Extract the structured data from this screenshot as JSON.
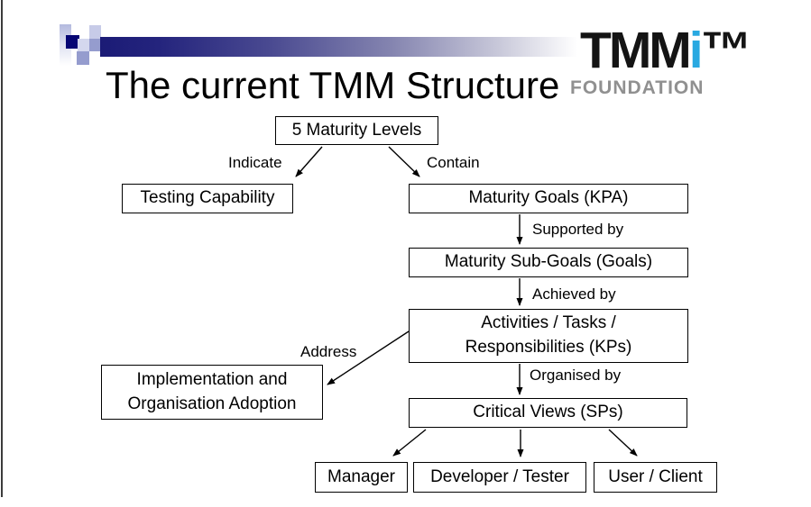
{
  "window": {
    "title": "The current TMM Structure"
  },
  "logo": {
    "tmm": "TMM",
    "i": "i",
    "trademark": "™",
    "foundation": "FOUNDATION"
  },
  "colors": {
    "logo_i_blue": "#29a9e1",
    "foundation_gray": "#909090",
    "header_bar_navy": "#1b1b76",
    "diagram_text": "#000000"
  },
  "diagram": {
    "nodes": {
      "maturity_levels": "5 Maturity Levels",
      "testing_capability": "Testing Capability",
      "maturity_goals": "Maturity Goals (KPA)",
      "maturity_sub_goals": "Maturity Sub-Goals (Goals)",
      "activities": "Activities / Tasks /\nResponsibilities (KPs)",
      "implementation": "Implementation and\nOrganisation Adoption",
      "critical_views": "Critical Views (SPs)",
      "manager": "Manager",
      "developer_tester": "Developer / Tester",
      "user_client": "User / Client"
    },
    "edge_labels": {
      "indicate": "Indicate",
      "contain": "Contain",
      "supported_by": "Supported by",
      "achieved_by": "Achieved by",
      "address": "Address",
      "organised_by": "Organised by"
    }
  }
}
